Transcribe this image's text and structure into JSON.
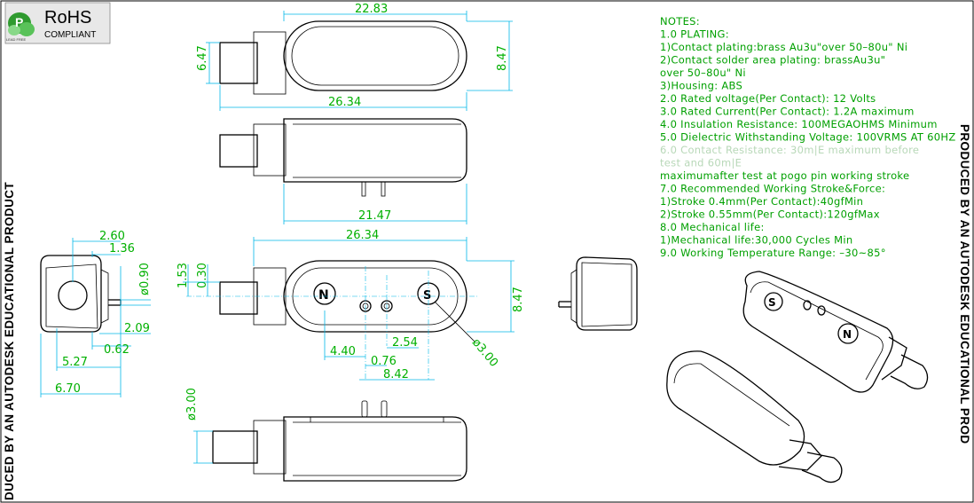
{
  "badge": {
    "rohs": "RoHS",
    "compliant": "COMPLIANT",
    "logo_letter": "P",
    "logo_small": "LEAD FREE"
  },
  "side_text": {
    "left": "DUCED BY AN AUTODESK EDUCATIONAL PRODUCT",
    "right": "PRODUCED BY AN AUTODESK EDUCATIONAL PROD"
  },
  "dimensions": {
    "top_width": "22.83",
    "top_overall": "26.34",
    "top_height": "8.47",
    "top_plug": "6.47",
    "side_pins": "21.47",
    "front_overall": "26.34",
    "front_height": "8.47",
    "front_153": "1.53",
    "front_030": "0.30",
    "pin_spacing_440": "4.40",
    "pin_254": "2.54",
    "pin_076": "0.76",
    "pin_842": "8.42",
    "dia_300": "ø3.00",
    "left_260": "2.60",
    "left_136": "1.36",
    "left_090": "ø0.90",
    "left_209": "2.09",
    "left_062": "0.62",
    "left_527": "5.27",
    "left_670": "6.70",
    "bottom_dia": "ø3.00"
  },
  "notes": [
    {
      "text": "NOTES:",
      "faded": false
    },
    {
      "text": "1.0  PLATING:",
      "faded": false
    },
    {
      "text": "      1)Contact plating:brass Au3u\"over 50–80u\" Ni",
      "faded": false
    },
    {
      "text": "      2)Contact solder area plating: brassAu3u\"",
      "faded": false
    },
    {
      "text": "                  over 50–80u\" Ni",
      "faded": false
    },
    {
      "text": "      3)Housing: ABS",
      "faded": false
    },
    {
      "text": "2.0  Rated voltage(Per Contact): 12 Volts",
      "faded": false
    },
    {
      "text": "3.0  Rated Current(Per Contact): 1.2A maximum",
      "faded": false
    },
    {
      "text": "4.0  Insulation Resistance: 100MEGAOHMS Minimum",
      "faded": false
    },
    {
      "text": "5.0  Dielectric Withstanding Voltage: 100VRMS AT 60HZ",
      "faded": false
    },
    {
      "text": "6.0  Contact Resistance: 30m|E maximum before",
      "faded": true
    },
    {
      "text": "                               test and 60m|E",
      "faded": true
    },
    {
      "text": "      maximumafter test at pogo pin working stroke",
      "faded": false
    },
    {
      "text": "7.0  Recommended Working Stroke&Force:",
      "faded": false
    },
    {
      "text": "      1)Stroke 0.4mm(Per Contact):40gfMin",
      "faded": false
    },
    {
      "text": "      2)Stroke 0.55mm(Per Contact):120gfMax",
      "faded": false
    },
    {
      "text": "8.0  Mechanical life:",
      "faded": false
    },
    {
      "text": "      1)Mechanical life:30,000 Cycles Min",
      "faded": false
    },
    {
      "text": "9.0  Working Temperature Range: –30~85°",
      "faded": false
    }
  ],
  "colors": {
    "dimension_text": "#00b000",
    "dimension_line": "#00b8e8",
    "outline": "#000000"
  }
}
